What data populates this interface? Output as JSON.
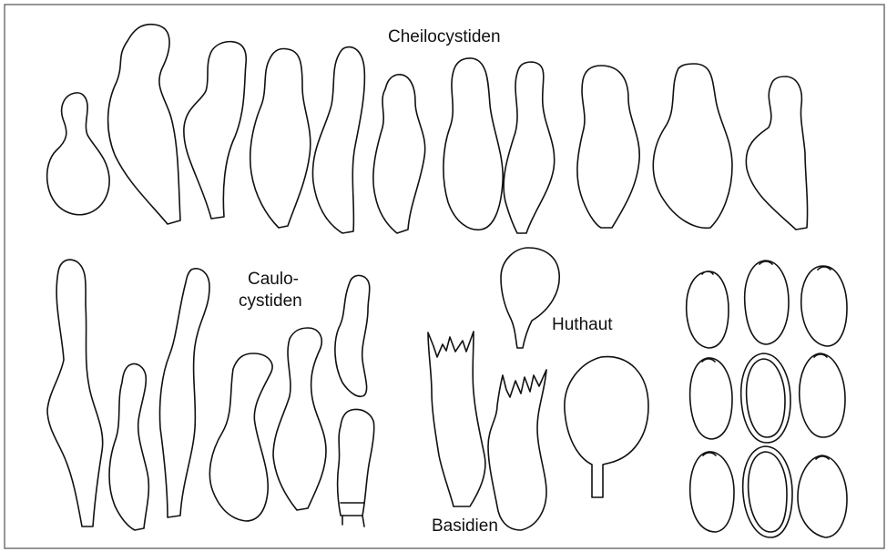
{
  "labels": {
    "cheilocystiden": "Cheilocystiden",
    "caulocystiden_line1": "Caulo-",
    "caulocystiden_line2": "cystiden",
    "huthaut": "Huthaut",
    "basidien": "Basidien"
  }
}
